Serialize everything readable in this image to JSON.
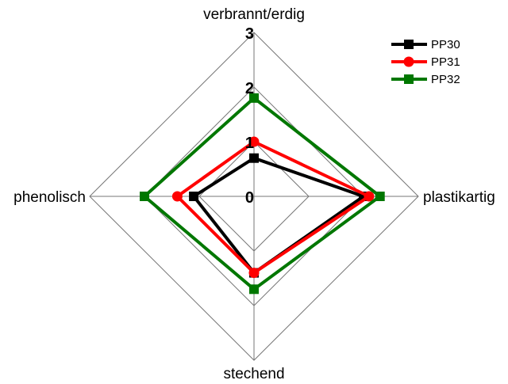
{
  "chart_data": {
    "type": "radar",
    "axes": [
      "verbrannt/erdig",
      "plastikartig",
      "stechend",
      "phenolisch"
    ],
    "rlim": [
      0,
      3
    ],
    "ticks": [
      "0",
      "1",
      "2",
      "3"
    ],
    "series": [
      {
        "name": "PP30",
        "color": "#000000",
        "marker": "square",
        "values": [
          0.7,
          2.0,
          1.4,
          1.1
        ]
      },
      {
        "name": "PP31",
        "color": "#ff0000",
        "marker": "circle",
        "values": [
          1.0,
          2.1,
          1.4,
          1.4
        ]
      },
      {
        "name": "PP32",
        "color": "#007700",
        "marker": "square",
        "values": [
          1.8,
          2.3,
          1.7,
          2.0
        ]
      }
    ],
    "legend": "top-right",
    "grid": true
  }
}
